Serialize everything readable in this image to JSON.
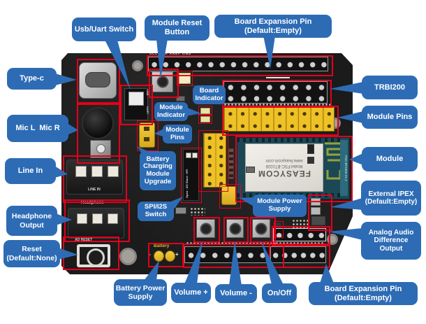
{
  "callouts": {
    "usb_uart_switch": "Usb/Uart Switch",
    "module_reset_button": "Module Reset Button",
    "board_expansion_pin_top": "Board Expansion Pin (Default:Empty)",
    "type_c": "Type-c",
    "mic_l_mic_r": "Mic L  Mic R",
    "line_in": "Line In",
    "headphone_output": "Headphone Output",
    "reset_default_none": "Reset (Default:None)",
    "battery_power_supply": "Battery Power Supply",
    "volume_plus": "Volume +",
    "volume_minus": "Volume -",
    "on_off": "On/Off",
    "board_expansion_pin_bottom": "Board Expansion Pin (Default:Empty)",
    "trbi200": "TRBI200",
    "module_pins_right": "Module Pins",
    "module": "Module",
    "external_ipex": "External IPEX (Default:Empty)",
    "analog_audio_difference_output": "Analog Audio Difference Output",
    "board_indicator": "Board Indicator",
    "module_indicator": "Module Indicator",
    "module_pins_onboard": "Module Pins",
    "battery_charging_module_upgrade": "Battery Charging Module Upgrade",
    "spi_i2s_switch": "SPI/I2S Switch",
    "module_power_supply": "Module Power Supply"
  },
  "board": {
    "silkscreen": {
      "top_header_pins": "SCL SDA AREF GND",
      "line_in": "LINE IN",
      "headphone": "Headphone",
      "ad_reset": "AD RESET",
      "battery": "Battery",
      "battery_minus": "-",
      "battery_plus": "+",
      "usb": "USB",
      "uart": "UART",
      "i2s_jumper": "Open : I2S  Short : SPI"
    },
    "module": {
      "brand": "FEASYCOM",
      "model": "Model:FSC-BT1026",
      "website": "www.feasycom.com",
      "pcb_label": "FSC-BT1026 V1.2"
    }
  },
  "colors": {
    "callout_blue": "#2d6cb5",
    "highlight_red": "#e3001b",
    "pcb_black": "#1b1b1b",
    "pin_yellow": "#eec226",
    "module_teal": "#1c4856",
    "battery_text_yellow": "#d9ba29"
  }
}
